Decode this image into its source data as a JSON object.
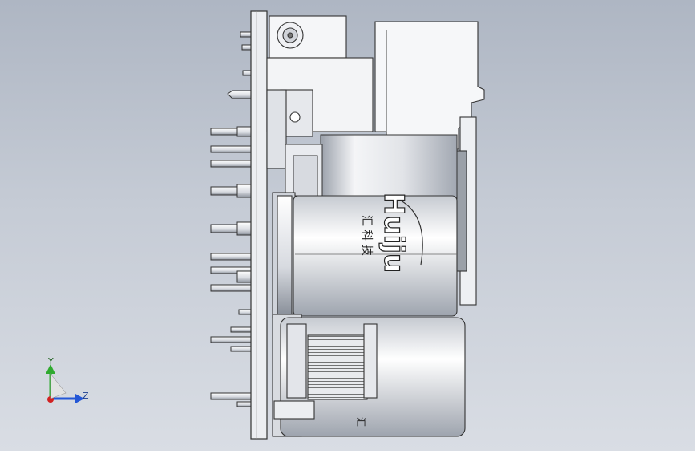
{
  "viewport": {
    "background_top": "#aeb6c3",
    "background_bottom": "#d9dde4"
  },
  "model": {
    "body_text": "汇  科  技",
    "brand_vertical": "Huiju",
    "brand_bottom": "汇"
  },
  "triad": {
    "y_label": "Y",
    "z_label": "Z",
    "y_color": "#2faa2f",
    "z_color": "#2457d6",
    "x_color": "#d22222"
  }
}
